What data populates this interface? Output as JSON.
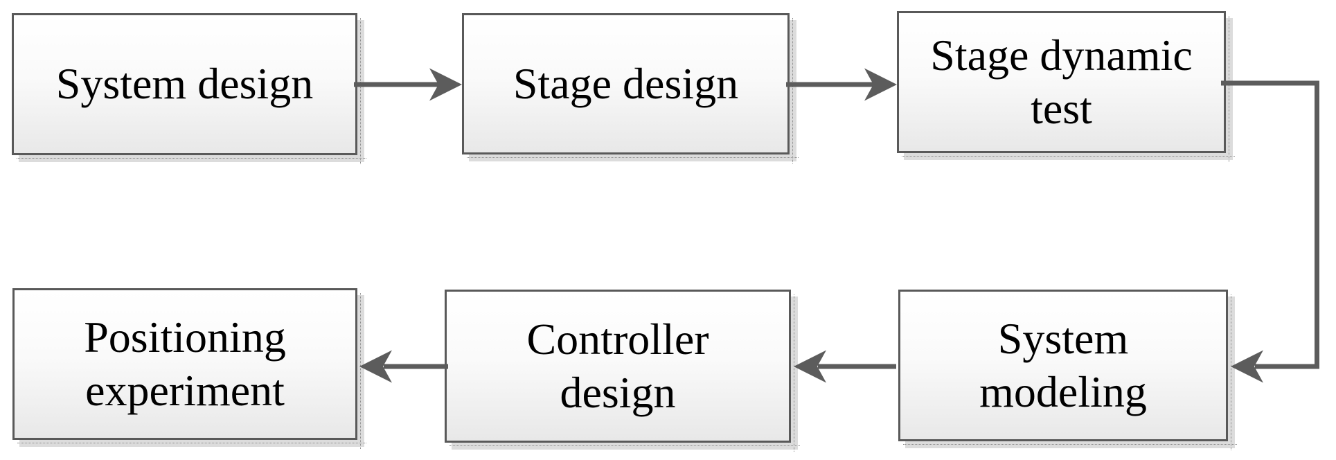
{
  "figure": {
    "type": "flowchart",
    "background": "#ffffff",
    "styles": {
      "box_border_color": "#595959",
      "box_fill_top": "#ffffff",
      "box_fill_bottom": "#e8e8e8",
      "box_shadow_color": "#dcdcdc",
      "shadow_dotted_edge_color": "#8a8a8a",
      "arrow_color": "#5c5c5c",
      "text_color": "#000000",
      "arrowhead_style": "stealth"
    },
    "nodes": [
      {
        "id": "system-design",
        "label": "System design"
      },
      {
        "id": "stage-design",
        "label": "Stage design"
      },
      {
        "id": "stage-dynamic-test",
        "label": "Stage dynamic\ntest"
      },
      {
        "id": "system-modeling",
        "label": "System\nmodeling"
      },
      {
        "id": "controller-design",
        "label": "Controller\ndesign"
      },
      {
        "id": "positioning-experiment",
        "label": "Positioning\nexperiment"
      }
    ],
    "edges": [
      {
        "from": "system-design",
        "to": "stage-design",
        "route": "straight-right"
      },
      {
        "from": "stage-design",
        "to": "stage-dynamic-test",
        "route": "straight-right"
      },
      {
        "from": "stage-dynamic-test",
        "to": "system-modeling",
        "route": "elbow-right-then-down"
      },
      {
        "from": "system-modeling",
        "to": "controller-design",
        "route": "straight-left"
      },
      {
        "from": "controller-design",
        "to": "positioning-experiment",
        "route": "straight-left"
      }
    ]
  }
}
